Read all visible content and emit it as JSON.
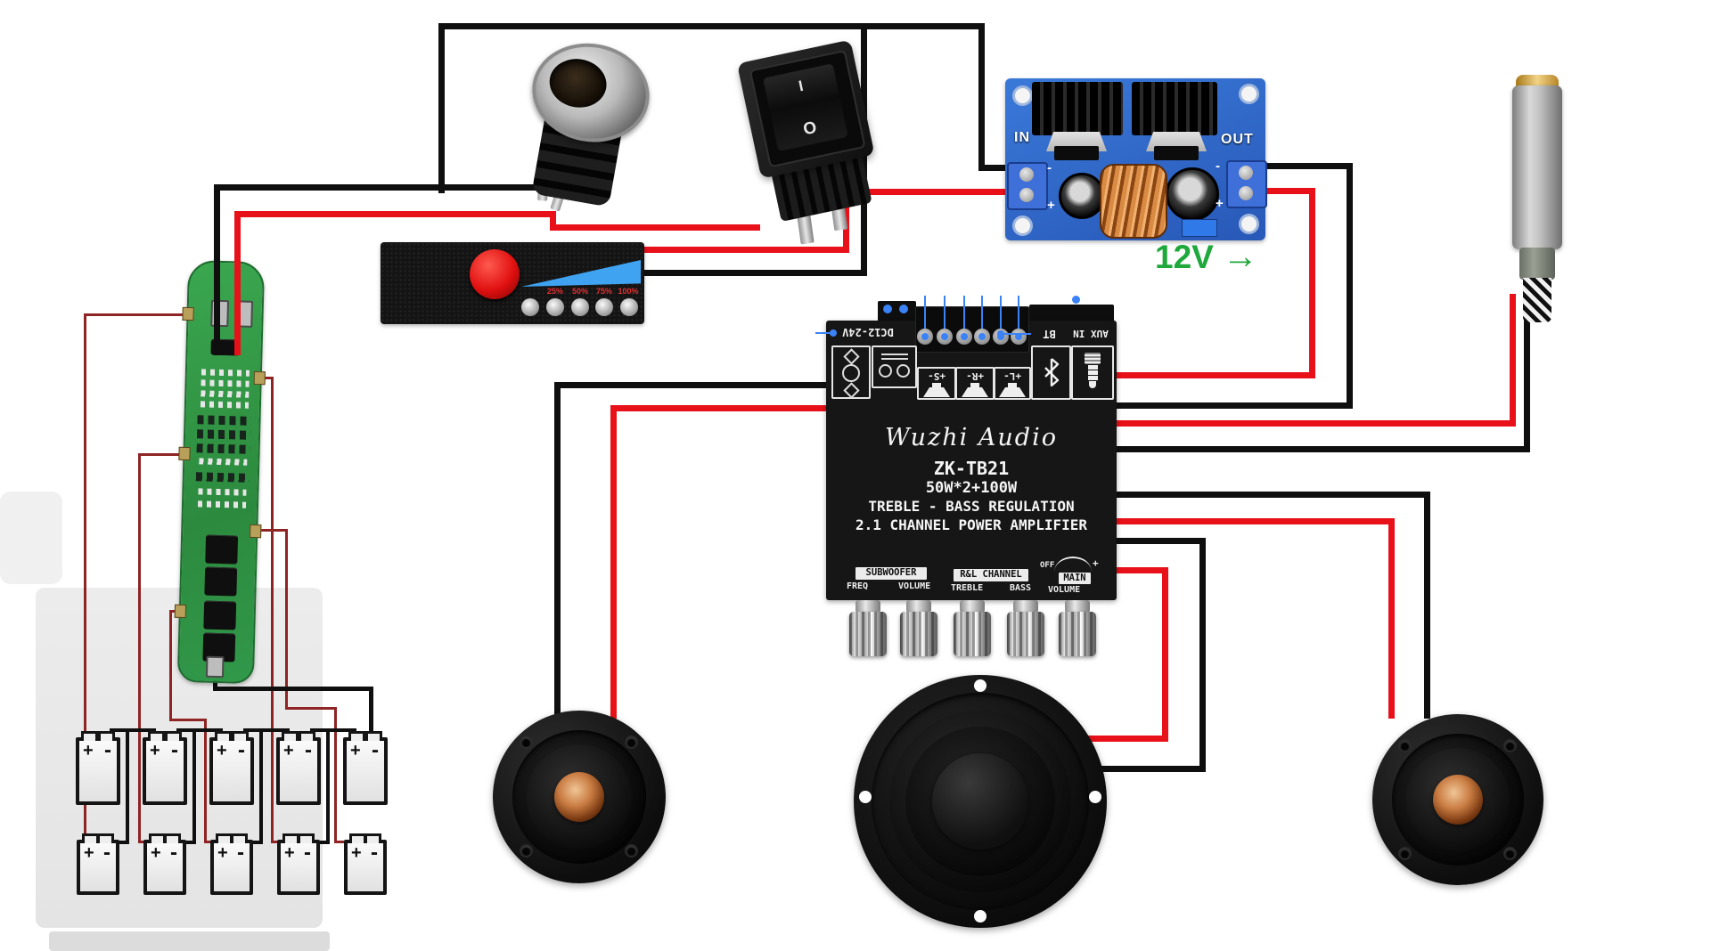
{
  "amp": {
    "brand": "Wuzhi Audio",
    "model": "ZK-TB21",
    "power": "50W*2+100W",
    "feature_line1": "TREBLE - BASS REGULATION",
    "feature_line2": "2.1 CHANNEL POWER AMPLIFIER",
    "dc_input_label": "DC12-24V",
    "bt_label": "BT",
    "aux_label": "AUX IN",
    "speaker_terminals": [
      "+S-",
      "+R-",
      "+L-"
    ],
    "knob_groups": {
      "subwoofer": {
        "title": "SUBWOOFER",
        "knob1": "FREQ",
        "knob2": "VOLUME"
      },
      "rl_channel": {
        "title": "R&L CHANNEL",
        "knob1": "TREBLE",
        "knob2": "BASS"
      },
      "main": {
        "off": "OFF",
        "plus": "+",
        "title": "MAIN",
        "knob": "VOLUME"
      }
    }
  },
  "buck": {
    "in_label": "IN",
    "out_label": "OUT",
    "minus": "-",
    "plus": "+"
  },
  "output_note": {
    "voltage": "12V",
    "arrow": "→"
  },
  "power_switch": {
    "on": "I",
    "off": "O"
  },
  "indicator": {
    "led_labels": [
      "25%",
      "50%",
      "75%",
      "100%"
    ]
  },
  "battery_pack": {
    "plus": "+",
    "minus": "-",
    "rows": 2,
    "cells_per_row": 5
  },
  "colors": {
    "wire_red": "#e8111a",
    "wire_black": "#0f0f0f",
    "balance_wire": "#8e2424",
    "accent_blue": "#3b82f6",
    "label_green": "#1fa83c"
  }
}
